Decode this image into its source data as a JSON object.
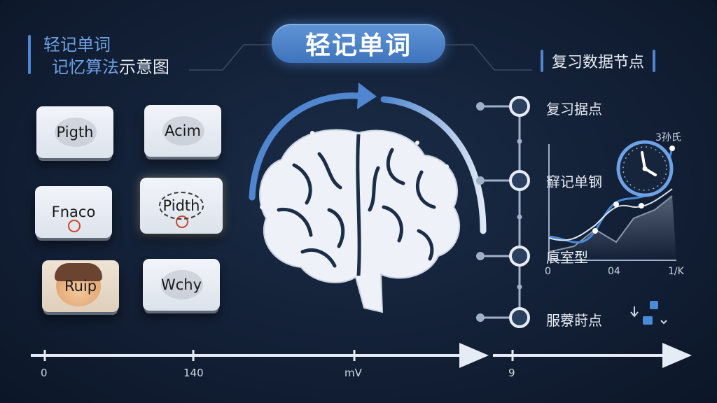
{
  "header": {
    "title": "轻记单词",
    "caption_left_line1": "轻记单词",
    "caption_left_line2_a": "记忆算法",
    "caption_left_line2_b": "示意图",
    "caption_right": "复习数据节点"
  },
  "cards": [
    {
      "id": "pigth",
      "word": "Pigth",
      "style": "bubble"
    },
    {
      "id": "acim",
      "word": "Acim",
      "style": "bubble"
    },
    {
      "id": "fnaco",
      "word": "Fnaco",
      "style": "timer"
    },
    {
      "id": "pidth",
      "word": "Pidth",
      "style": "dashed-timer"
    },
    {
      "id": "ruip",
      "word": "Ruip",
      "style": "face"
    },
    {
      "id": "wchy",
      "word": "Wchy",
      "style": "bubble"
    }
  ],
  "timeline": {
    "labels": [
      "0",
      "140",
      "mV",
      "9"
    ]
  },
  "nodes": [
    {
      "label": "复习据点"
    },
    {
      "label": "䇁记单钢"
    },
    {
      "label": "㡾室型"
    },
    {
      "label": "服藔莳点"
    }
  ],
  "chart": {
    "corner_label": "3孙氏",
    "x_labels": [
      "0",
      "04",
      "1/K"
    ]
  },
  "colors": {
    "accent": "#4f86cf",
    "accent_light": "#6ea2e6",
    "background": "#0b1526",
    "node_fill": "#2b3f5e",
    "node_stroke": "#e6ecf5"
  },
  "icons": [
    "brain-icon",
    "clock-icon",
    "cycle-arrow-icon",
    "download-icon"
  ]
}
